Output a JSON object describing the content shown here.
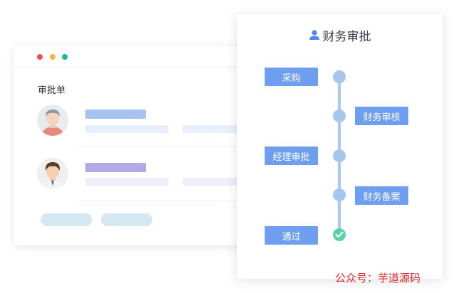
{
  "window": {
    "title": "审批单",
    "traffic_lights": [
      "#e4564d",
      "#f5b543",
      "#1bb89c"
    ]
  },
  "approval": {
    "title": "财务审批",
    "title_icon": "person-icon",
    "steps": [
      {
        "label": "采购",
        "side": "left"
      },
      {
        "label": "财务审核",
        "side": "right"
      },
      {
        "label": "经理审批",
        "side": "left"
      },
      {
        "label": "财务备案",
        "side": "right"
      },
      {
        "label": "通过",
        "side": "left",
        "status": "done"
      }
    ]
  },
  "watermark": "公众号：芋道源码",
  "colors": {
    "step_fill": "#6d9ef0",
    "timeline": "#a8c9f1",
    "done": "#5ecfa8"
  }
}
